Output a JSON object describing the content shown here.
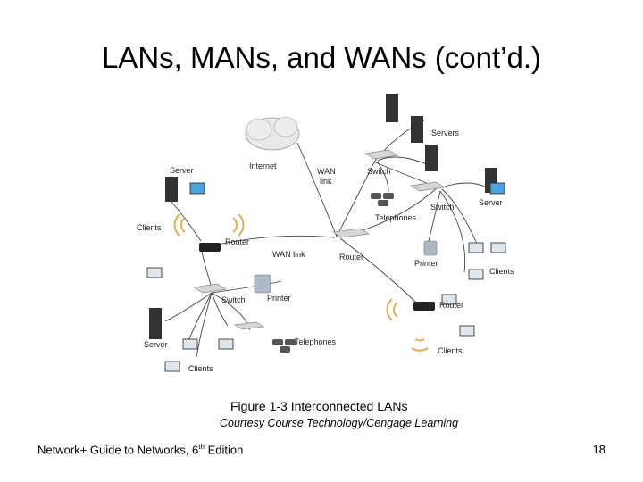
{
  "slide": {
    "title": "LANs, MANs, and WANs (cont’d.)",
    "caption": "Figure 1-3 Interconnected LANs",
    "credit": "Courtesy Course Technology/Cengage Learning",
    "footer_book": "Network+ Guide to Networks, 6",
    "footer_sup": "th",
    "footer_suffix": " Edition",
    "page_number": "18"
  },
  "diagram": {
    "labels": {
      "internet": "Internet",
      "wan_link_top_1": "WAN",
      "wan_link_top_2": "link",
      "servers": "Servers",
      "switch_top": "Switch",
      "telephones_top": "Telephones",
      "switch_right": "Switch",
      "server_right": "Server",
      "printer_right": "Printer",
      "clients_right": "Clients",
      "router_center": "Router",
      "router_right": "Router",
      "clients_bottom_right": "Clients",
      "server_left_top": "Server",
      "clients_left": "Clients",
      "router_left": "Router",
      "wan_link_left": "WAN link",
      "printer_left": "Printer",
      "switch_left": "Switch",
      "server_left_bottom": "Server",
      "telephones_bottom": "Telephones",
      "clients_bottom_left": "Clients"
    }
  }
}
